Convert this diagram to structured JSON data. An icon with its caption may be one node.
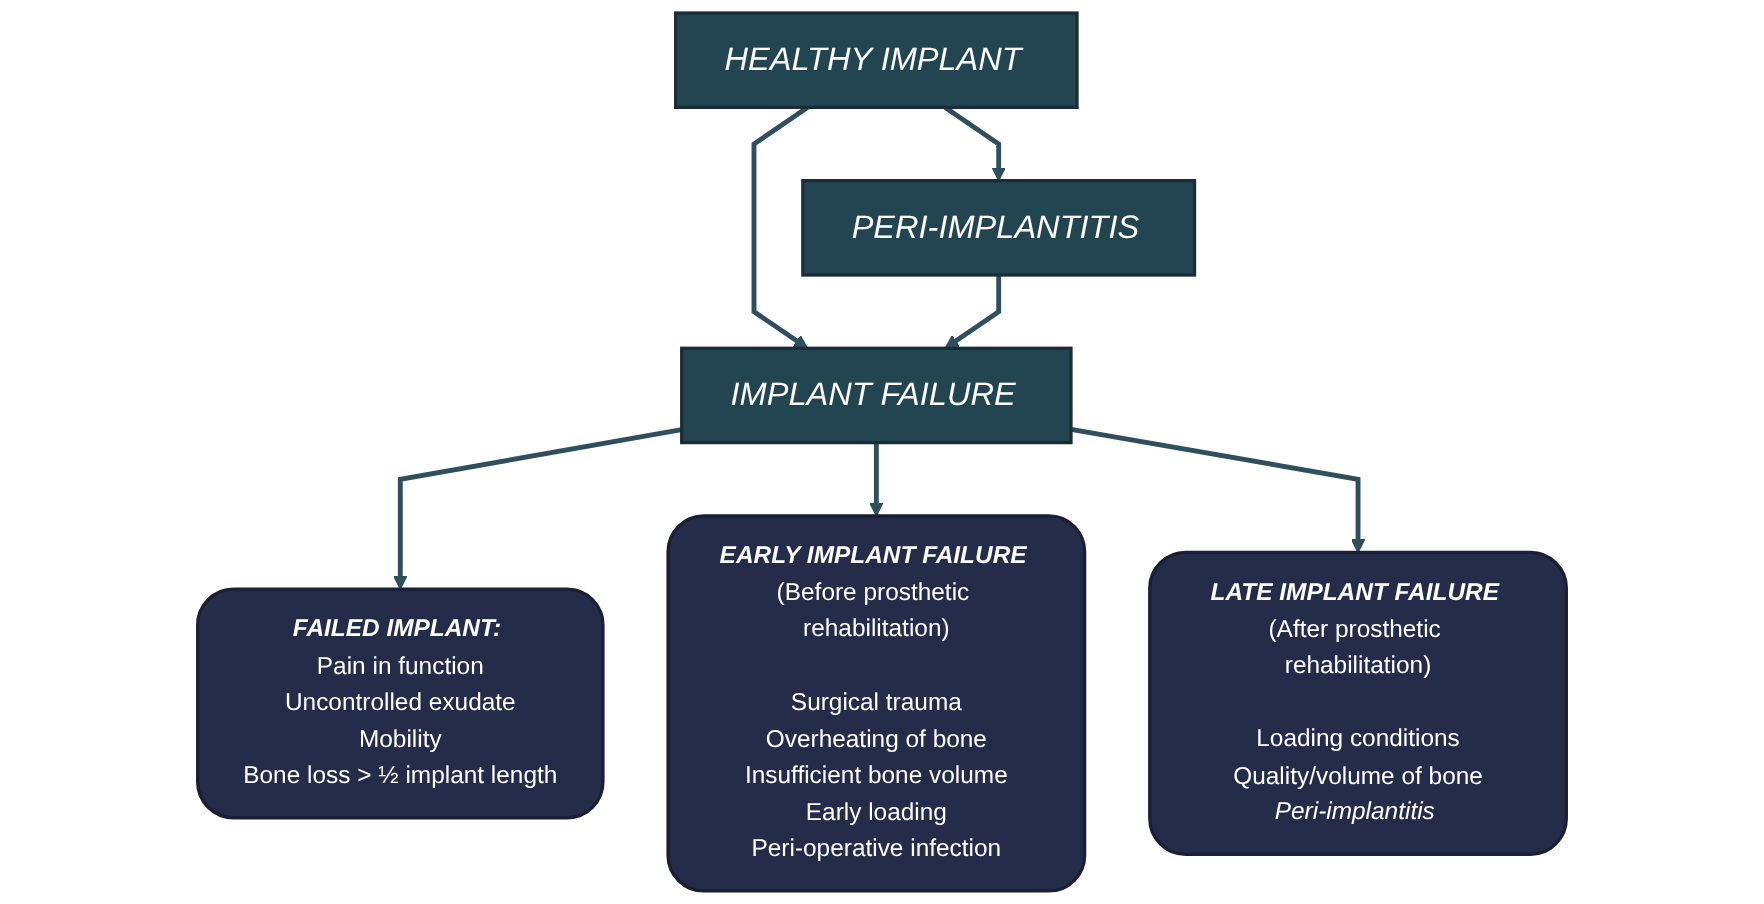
{
  "diagram": {
    "nodes": [
      {
        "text": [
          "HEALTHY IMPLANT"
        ]
      },
      {
        "text": [
          "PERI-IMPLANTITIS"
        ]
      },
      {
        "text": [
          "IMPLANT FAILURE"
        ]
      },
      {
        "text": [
          "FAILED IMPLANT:",
          "Pain in function",
          "Uncontrolled exudate",
          "Mobility",
          "Bone loss > ½ implant length"
        ]
      },
      {
        "text": [
          "EARLY IMPLANT FAILURE",
          "(Before prosthetic rehabilitation)",
          "Surgical trauma",
          "Overheating of bone",
          "Insufficient bone volume",
          "Early loading",
          "Peri-operative infection"
        ]
      },
      {
        "text": [
          "LATE IMPLANT FAILURE",
          "(After prosthetic rehabilitation)",
          "Loading conditions",
          "Quality/volume of bone",
          "Peri-implantitis"
        ]
      }
    ],
    "edges": [
      {
        "from": 0,
        "to": 1,
        "arrow": "to"
      },
      {
        "from": 0,
        "to": 2,
        "arrow": "to"
      },
      {
        "from": 1,
        "to": 2,
        "arrow": "to"
      },
      {
        "from": 2,
        "to": 3,
        "arrow": "to"
      },
      {
        "from": 2,
        "to": 4,
        "arrow": "to"
      },
      {
        "from": 2,
        "to": 5,
        "arrow": "to"
      }
    ]
  }
}
